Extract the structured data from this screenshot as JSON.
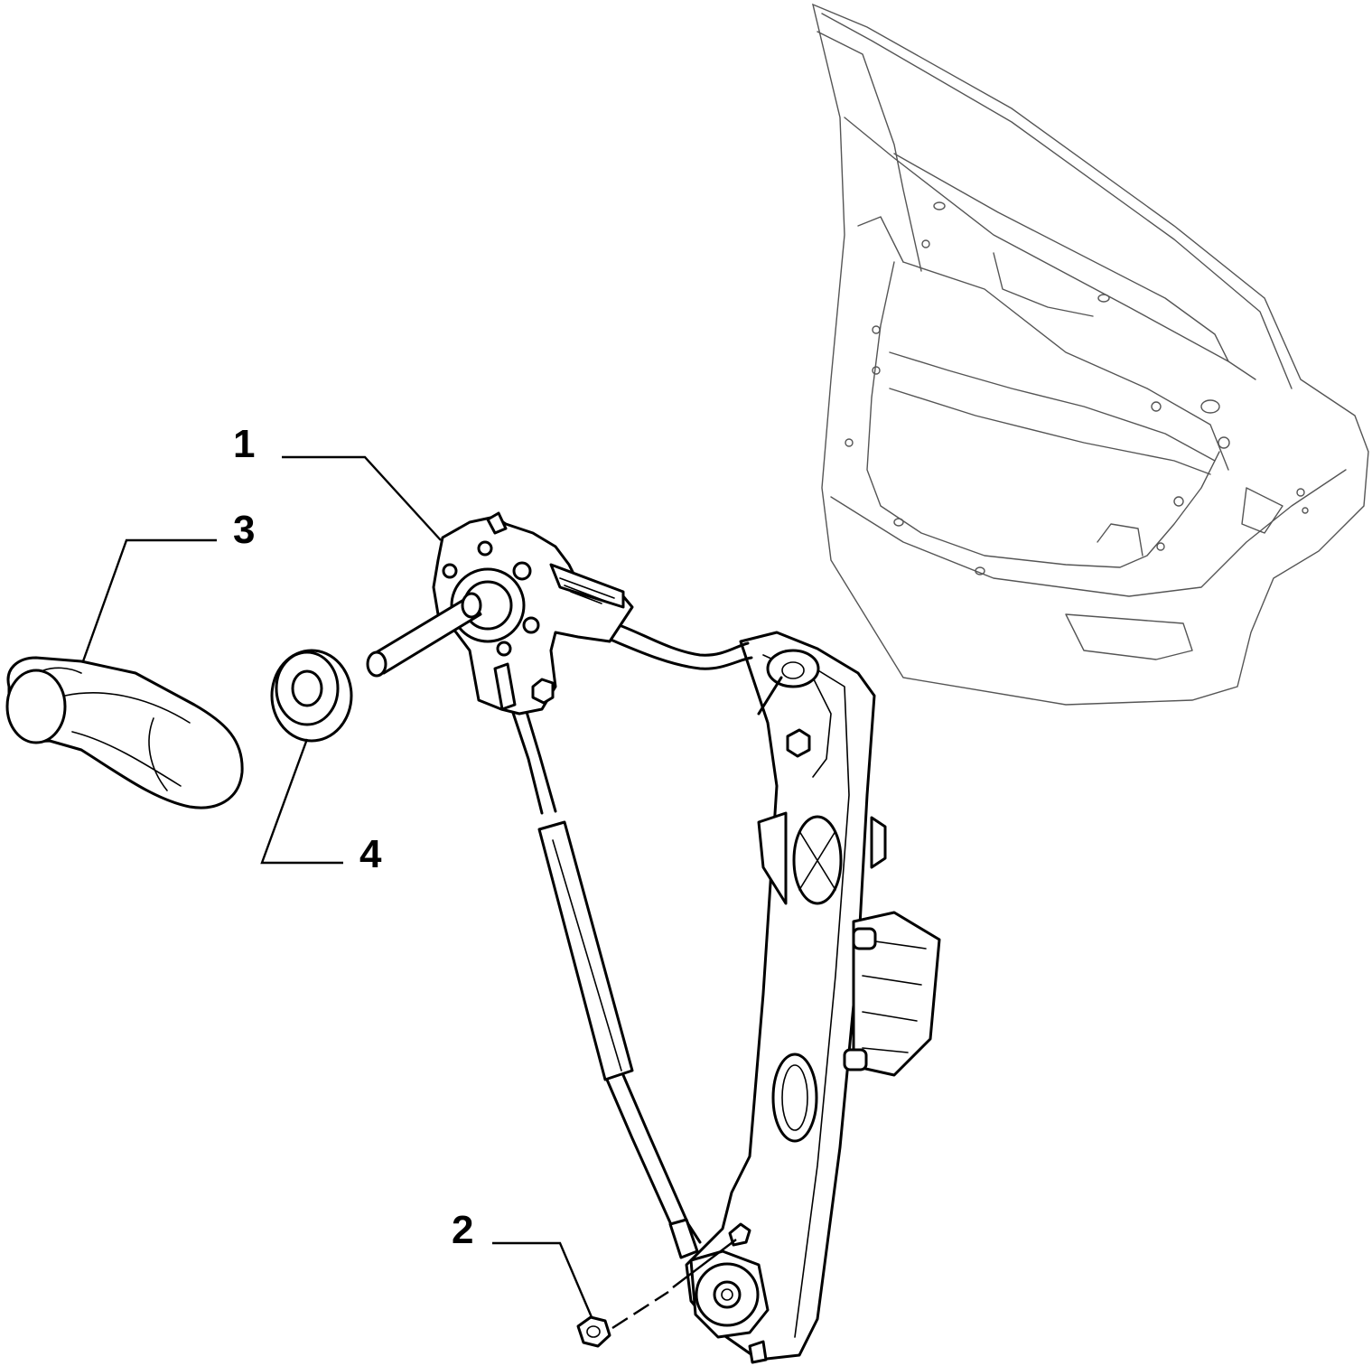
{
  "callouts": [
    {
      "id": "1",
      "label": "1"
    },
    {
      "id": "2",
      "label": "2"
    },
    {
      "id": "3",
      "label": "3"
    },
    {
      "id": "4",
      "label": "4"
    }
  ],
  "parts": {
    "window_regulator": "window-regulator",
    "nut": "nut",
    "window_crank_handle": "window-crank-handle",
    "handle_washer": "handle-washer",
    "door_frame": "rear-door-frame"
  }
}
